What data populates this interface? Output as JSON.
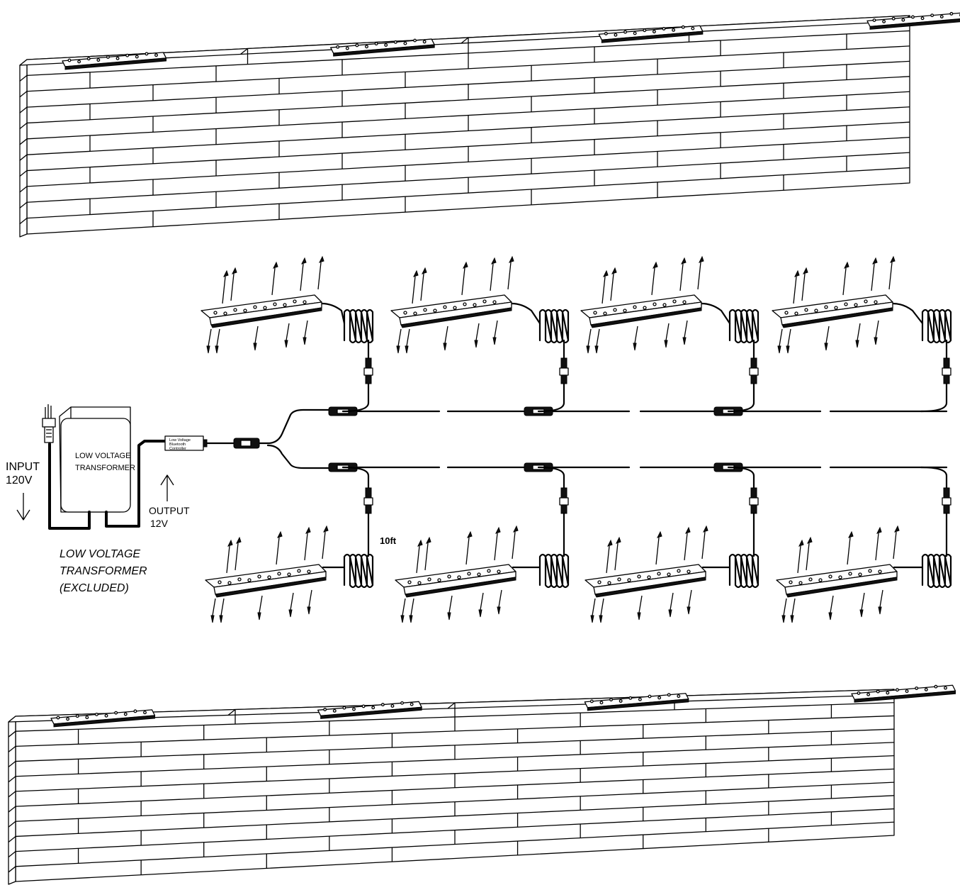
{
  "labels": {
    "transformer_box": [
      "LOW VOLTAGE",
      "TRANSFORMER"
    ],
    "input": [
      "INPUT",
      "120V"
    ],
    "output": [
      "OUTPUT",
      "12V"
    ],
    "transformer_note": [
      "LOW VOLTAGE",
      "TRANSFORMER",
      "(EXCLUDED)"
    ],
    "controller": [
      "Low Voltage",
      "Bluetooth",
      "Controller"
    ],
    "cable_length": "10ft"
  },
  "layout_counts": {
    "fixtures_per_row": 4,
    "wall_fixtures": 4,
    "brick_courses": 12
  }
}
